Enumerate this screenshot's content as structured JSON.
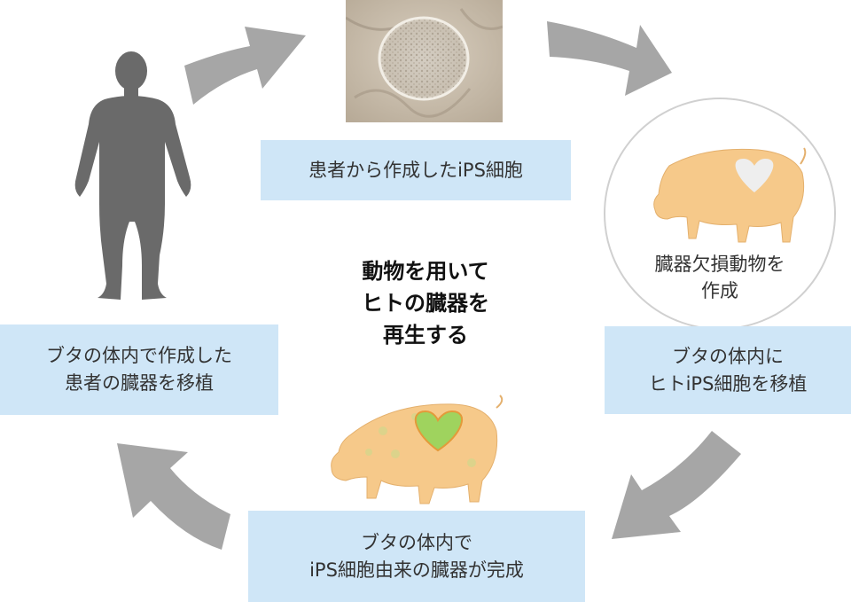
{
  "center": {
    "line1": "動物を用いて",
    "line2": "ヒトの臓器を",
    "line3": "再生する"
  },
  "steps": {
    "ips_cells": {
      "line1": "患者から作成したiPS細胞"
    },
    "pig_creation": {
      "line1": "臓器欠損動物を",
      "line2": "作成"
    },
    "transplant_ips": {
      "line1": "ブタの体内に",
      "line2": "ヒトiPS細胞を移植"
    },
    "organ_complete": {
      "line1": "ブタの体内で",
      "line2": "iPS細胞由来の臓器が完成"
    },
    "patient_transplant": {
      "line1": "ブタの体内で作成した",
      "line2": "患者の臓器を移植"
    }
  },
  "colors": {
    "box_bg": "#cfe6f7",
    "arrow": "#a6a6a6",
    "human": "#6a6a6a",
    "pig": "#f6c98a",
    "heart_empty": "#eeeeee",
    "heart_green": "#9fd35e"
  },
  "icons": [
    "human-silhouette-icon",
    "ips-cell-photo",
    "pig-with-empty-heart-icon",
    "pig-with-organ-icon",
    "cycle-arrow-icon"
  ]
}
